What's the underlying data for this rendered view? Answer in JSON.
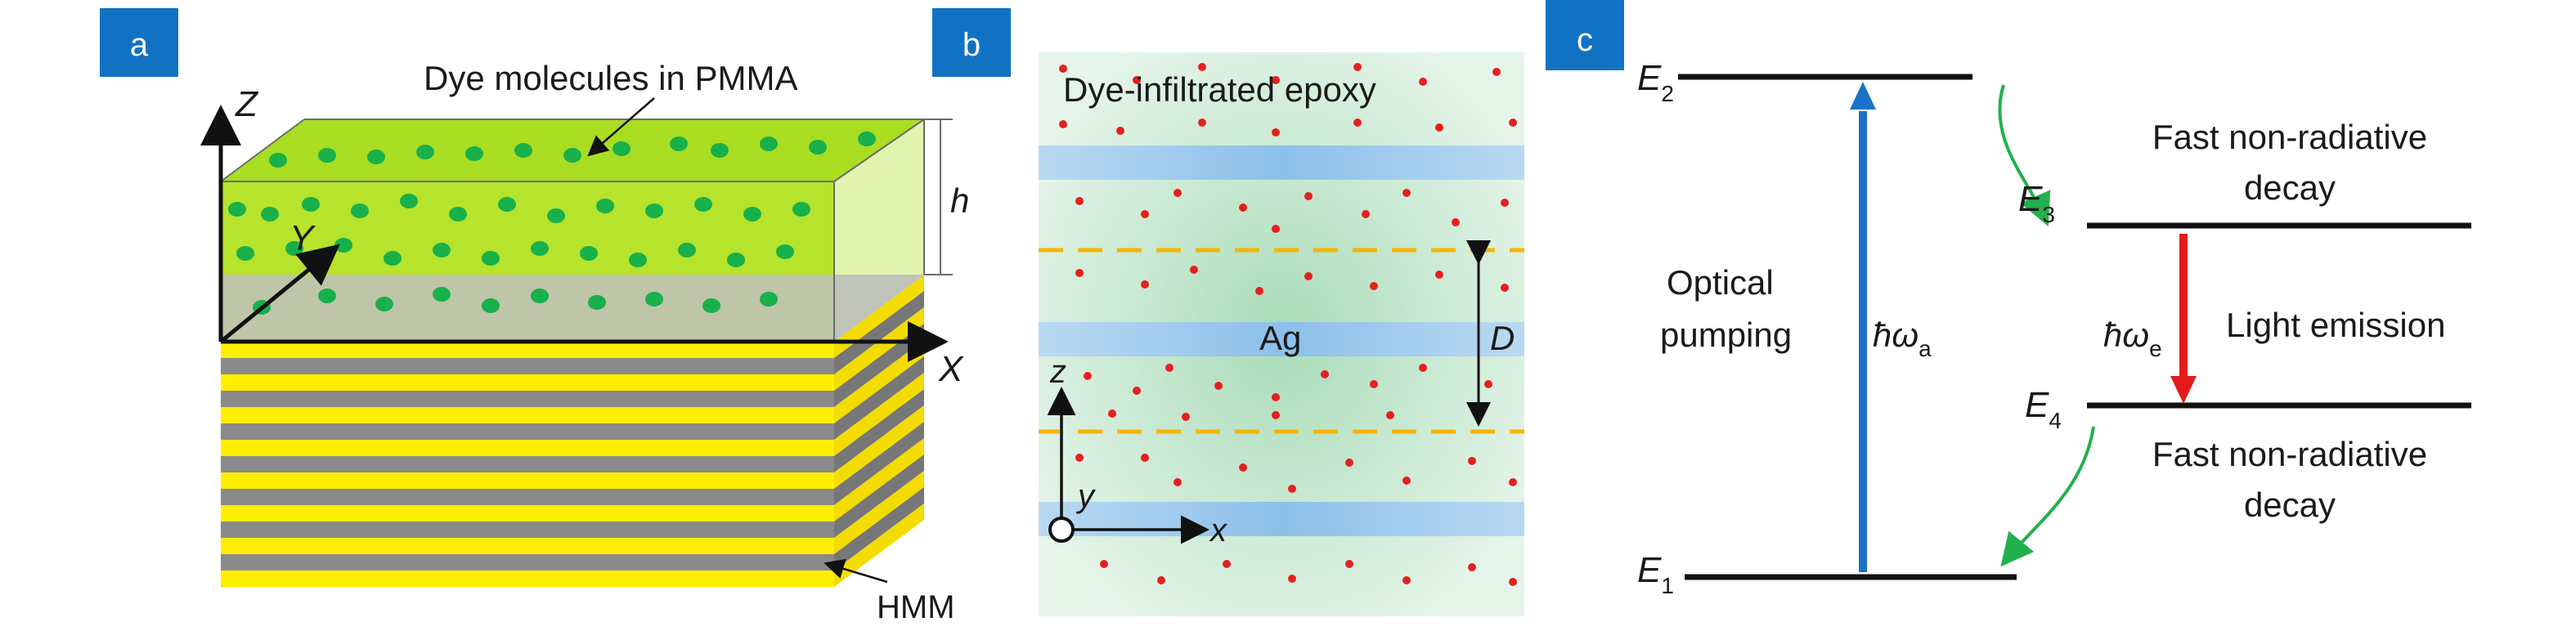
{
  "panels": {
    "a": {
      "badge": "a",
      "dye_label": "Dye molecules in PMMA",
      "hmm_label": "HMM",
      "axis_z": "Z",
      "axis_y": "Y",
      "axis_x": "X",
      "thickness": "h",
      "colors": {
        "dye_layer": "#b6e32b",
        "dots": "#18b04a",
        "stripe_yellow": "#ffee00",
        "stripe_gray": "#8a8a8a",
        "substrate": "#bdbdbd"
      }
    },
    "b": {
      "badge": "b",
      "title": "Dye-infiltrated epoxy",
      "metal": "Ag",
      "period": "D",
      "axis_z": "z",
      "axis_y": "y",
      "axis_x": "x",
      "colors": {
        "ag_band": "#9cc8ec",
        "epoxy": "#cfecd8",
        "dots": "#e52020",
        "dash": "#f5b400"
      }
    },
    "c": {
      "badge": "c",
      "e2": "E",
      "e2_sub": "2",
      "e3": "E",
      "e3_sub": "3",
      "e4": "E",
      "e4_sub": "4",
      "e1": "E",
      "e1_sub": "1",
      "pump_line1": "Optical",
      "pump_line2": "pumping",
      "hw_a": "ħω",
      "hw_a_sub": "a",
      "hw_e": "ħω",
      "hw_e_sub": "e",
      "emission": "Light emission",
      "decay_top_line1": "Fast non-radiative",
      "decay_top_line2": "decay",
      "decay_bottom_line1": "Fast non-radiative",
      "decay_bottom_line2": "decay",
      "colors": {
        "pump": "#1a73c8",
        "emission": "#e31b1b",
        "decay": "#22b14c",
        "level": "#111111"
      }
    },
    "badge_color": "#1172c4"
  }
}
